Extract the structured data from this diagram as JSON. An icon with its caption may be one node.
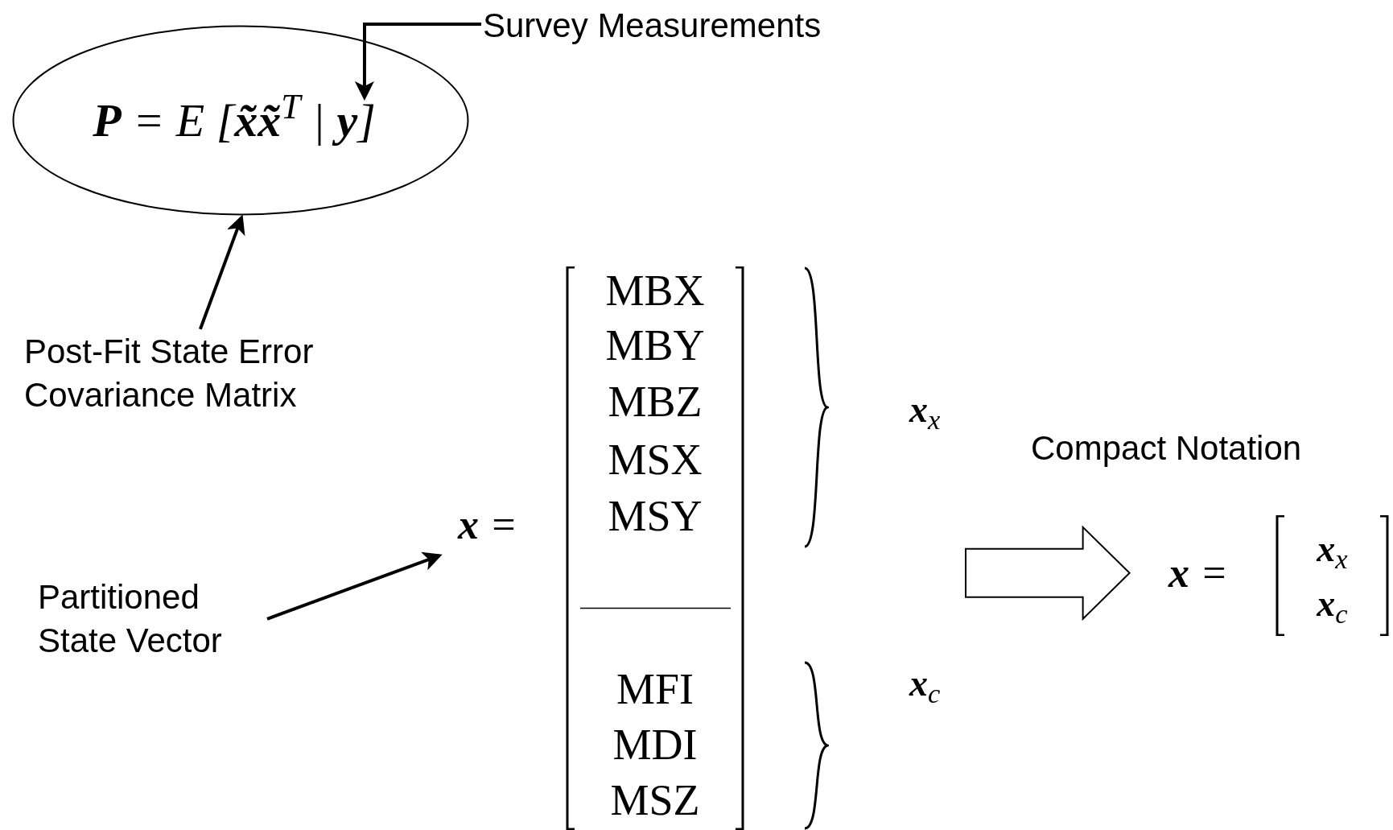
{
  "diagram": {
    "nodes": [
      {
        "text": [
          "**P** = E [**x̃x̃**$^{T}$ | **y**]"
        ]
      },
      {
        "text": [
          "Survey Measurements"
        ]
      },
      {
        "text": [
          "Post-Fit State Error Covariance Matrix"
        ]
      },
      {
        "text": [
          "Partitioned State Vector"
        ]
      },
      {
        "text": [
          "**x** =",
          "MBX",
          "MBY",
          "MBZ",
          "MSX",
          "MSY",
          "MFI",
          "MDI",
          "MSZ",
          "**x**$_{x}$",
          "**x**$_{c}$"
        ]
      },
      {
        "text": [
          "**x** =",
          "**x**$_{x}$",
          "**x**$_{c}$"
        ]
      }
    ],
    "edges": [
      {
        "from": 1,
        "to": 0,
        "arrow": "to"
      },
      {
        "from": 2,
        "to": 0,
        "arrow": "to"
      },
      {
        "from": 3,
        "to": 4,
        "arrow": "to"
      },
      {
        "from": 4,
        "to": 5,
        "arrow": "to"
      }
    ],
    "labels": [
      "Compact Notation"
    ]
  }
}
